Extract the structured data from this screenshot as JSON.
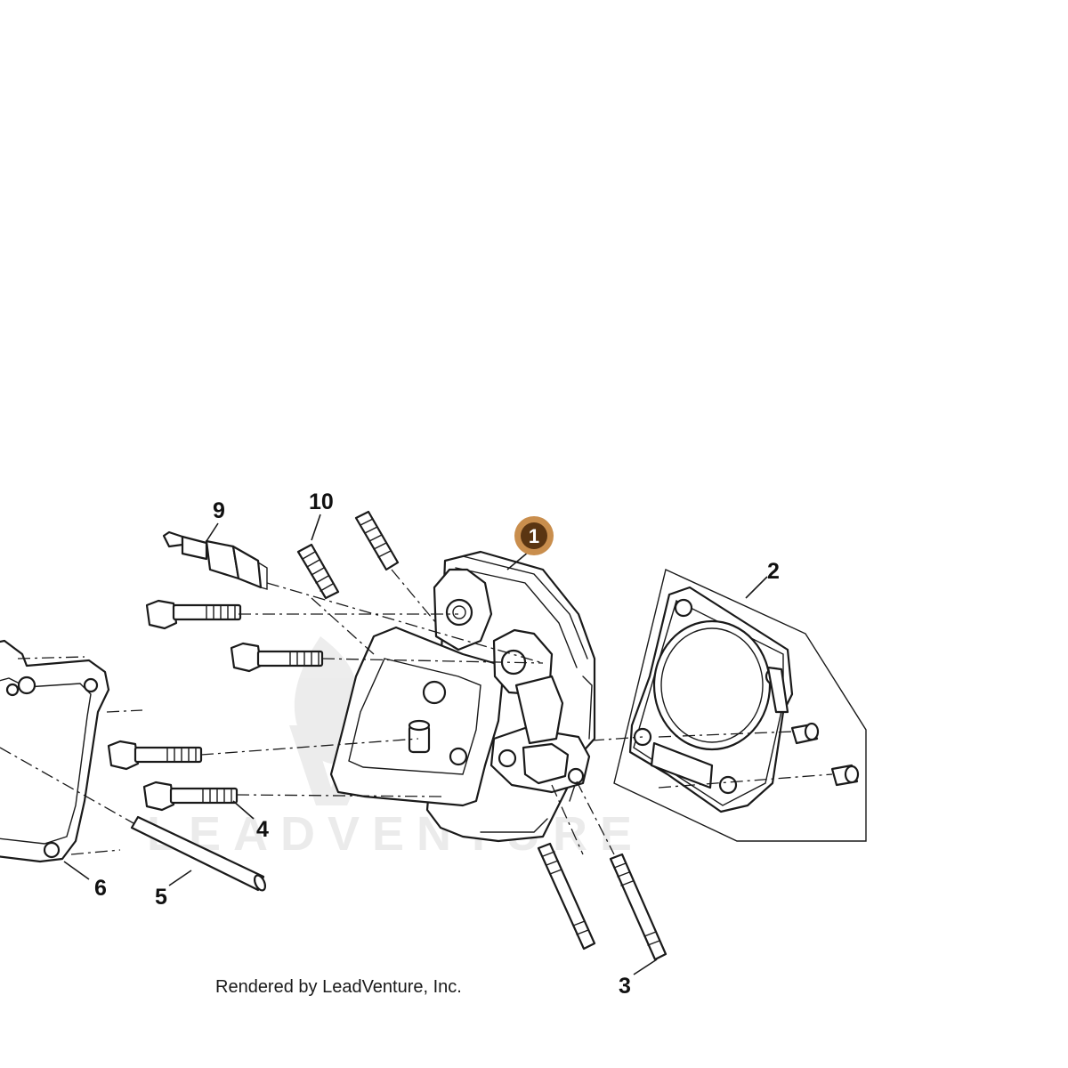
{
  "callouts": {
    "part_1": "1",
    "part_2": "2",
    "part_3": "3",
    "part_4": "4",
    "part_5": "5",
    "part_6": "6",
    "part_9": "9",
    "part_10": "10"
  },
  "watermark": "LEADVENTURE",
  "credit": "Rendered by LeadVenture, Inc.",
  "colors": {
    "highlight_ring": "#c98e4d",
    "highlight_core": "#5a3512",
    "line": "#1a1a1a"
  }
}
